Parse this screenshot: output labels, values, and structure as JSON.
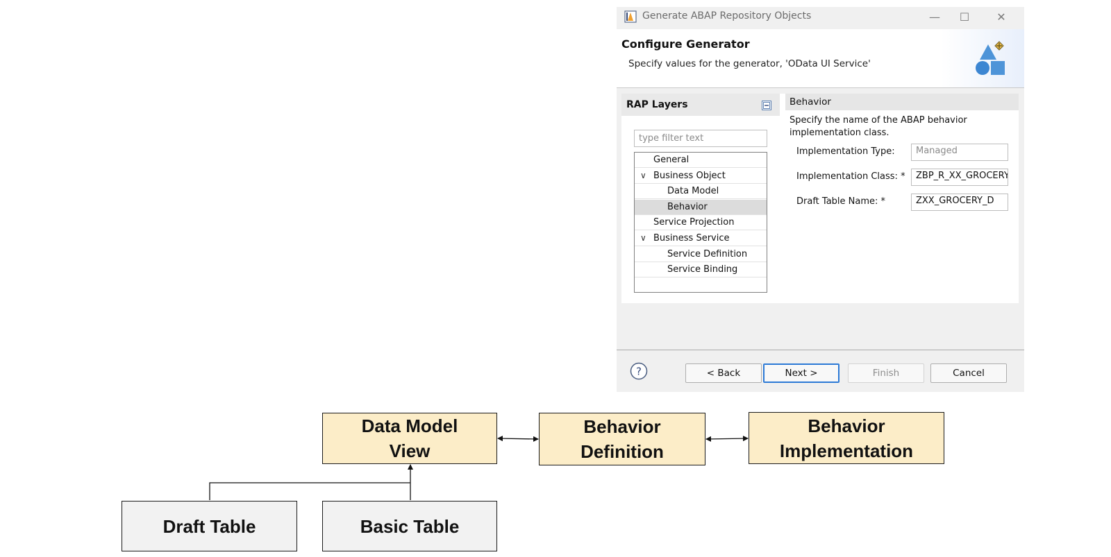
{
  "dialog": {
    "title": "Generate ABAP Repository Objects",
    "header_title": "Configure Generator",
    "header_subtitle": "Specify values for the generator, 'OData UI Service'",
    "left_panel": {
      "title": "RAP Layers",
      "filter_placeholder": "type filter text",
      "tree": [
        {
          "label": "General",
          "level": 0,
          "expanded": false,
          "selected": false
        },
        {
          "label": "Business Object",
          "level": 0,
          "expanded": true,
          "selected": false
        },
        {
          "label": "Data Model",
          "level": 1,
          "expanded": false,
          "selected": false
        },
        {
          "label": "Behavior",
          "level": 1,
          "expanded": false,
          "selected": true
        },
        {
          "label": "Service Projection",
          "level": 0,
          "expanded": false,
          "selected": false
        },
        {
          "label": "Business Service",
          "level": 0,
          "expanded": true,
          "selected": false
        },
        {
          "label": "Service Definition",
          "level": 1,
          "expanded": false,
          "selected": false
        },
        {
          "label": "Service Binding",
          "level": 1,
          "expanded": false,
          "selected": false
        }
      ]
    },
    "right_panel": {
      "title": "Behavior",
      "description": "Specify the name of the ABAP behavior implementation class.",
      "fields": [
        {
          "label": "Implementation Type:",
          "value": "Managed",
          "disabled": true
        },
        {
          "label": "Implementation Class: *",
          "value": "ZBP_R_XX_GROCERY",
          "disabled": false
        },
        {
          "label": "Draft Table Name: *",
          "value": "ZXX_GROCERY_D",
          "disabled": false
        }
      ]
    },
    "buttons": {
      "back": "< Back",
      "next": "Next >",
      "finish": "Finish",
      "cancel": "Cancel"
    },
    "accent_color": "#2b79d6"
  },
  "diagram": {
    "data_model_view": [
      "Data Model",
      "View"
    ],
    "behavior_definition": [
      "Behavior",
      "Definition"
    ],
    "behavior_implementation": [
      "Behavior",
      "Implementation"
    ],
    "draft_table": "Draft Table",
    "basic_table": "Basic Table",
    "colors": {
      "highlight_box": "#fcedc8",
      "table_box": "#f2f2f2"
    }
  }
}
